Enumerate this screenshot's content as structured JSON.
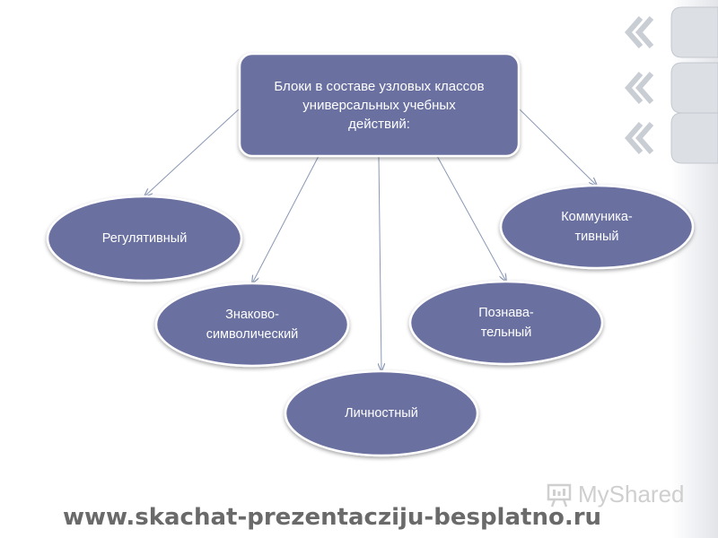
{
  "diagram": {
    "root": {
      "id": "root",
      "label": "Блоки в составе узловых классов\nуниверсальных учебных\nдействий:"
    },
    "nodes": [
      {
        "id": "regulative",
        "label": "Регулятивный"
      },
      {
        "id": "sign-symbolic",
        "label": "Знаково-\nсимволический"
      },
      {
        "id": "personal",
        "label": "Личностный"
      },
      {
        "id": "cognitive",
        "label": "Познава-\nтельный"
      },
      {
        "id": "communicative",
        "label": "Коммуника-\nтивный"
      }
    ],
    "edges": [
      {
        "from": "root",
        "to": "regulative"
      },
      {
        "from": "root",
        "to": "sign-symbolic"
      },
      {
        "from": "root",
        "to": "personal"
      },
      {
        "from": "root",
        "to": "cognitive"
      },
      {
        "from": "root",
        "to": "communicative"
      }
    ],
    "colors": {
      "node_fill": "#6b6fa0",
      "node_stroke": "#ffffff",
      "arrow": "#8a98b4",
      "text": "#ffffff"
    }
  },
  "watermark": "www.skachat-prezentacziju-besplatno.ru",
  "logo": {
    "text": "MyShared",
    "icon": "presentation-board-icon"
  },
  "decor": {
    "tab_icon": "double-chevron-left-icon",
    "tab_count": 3
  }
}
